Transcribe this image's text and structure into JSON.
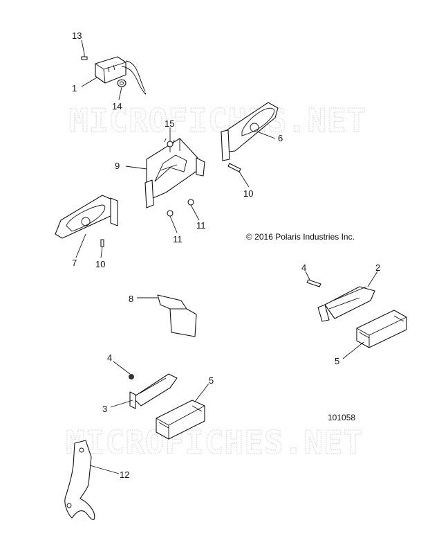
{
  "watermark": "MICROFICHES.NET",
  "copyright": "© 2016 Polaris Industries Inc.",
  "diagram_id": "101058",
  "callouts": {
    "c13": "13",
    "c1": "1",
    "c14": "14",
    "c15": "15",
    "c6": "6",
    "c9": "9",
    "c10a": "10",
    "c11a": "11",
    "c11b": "11",
    "c7": "7",
    "c10b": "10",
    "c4a": "4",
    "c2": "2",
    "c8": "8",
    "c5a": "5",
    "c4b": "4",
    "c5b": "5",
    "c3": "3",
    "c12": "12"
  }
}
